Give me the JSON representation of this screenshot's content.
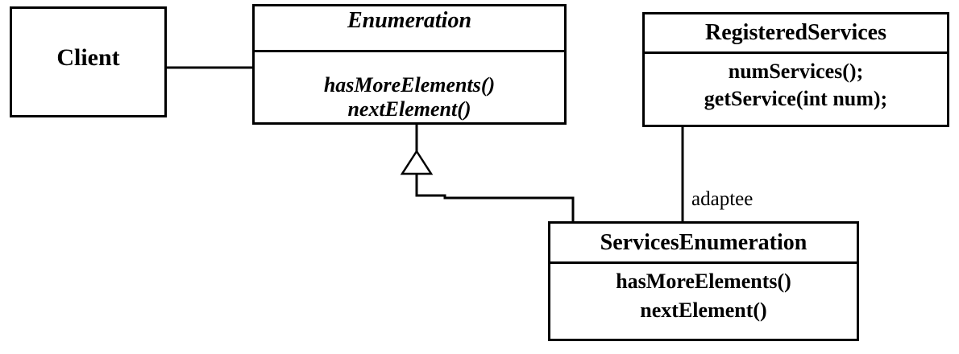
{
  "meta": {
    "diagram_type": "uml-class-diagram",
    "background_color": "#ffffff",
    "line_color": "#000000",
    "box_fill_color": "#ffffff"
  },
  "classes": {
    "client": {
      "name": "Client"
    },
    "enumeration": {
      "name": "Enumeration",
      "name_style": "bold-italic",
      "methods": [
        "hasMoreElements()",
        "nextElement()"
      ]
    },
    "registered_services": {
      "name": "RegisteredServices",
      "methods": [
        "numServices();",
        "getService(int num);"
      ]
    },
    "services_enumeration": {
      "name": "ServicesEnumeration",
      "methods": [
        "hasMoreElements()",
        "nextElement()"
      ]
    }
  },
  "relationships": {
    "client_to_enumeration": {
      "type": "association"
    },
    "services_enumeration_to_enumeration": {
      "type": "realization",
      "marker": "hollow-triangle"
    },
    "registered_services_to_services_enumeration": {
      "type": "association",
      "label": "adaptee"
    }
  }
}
